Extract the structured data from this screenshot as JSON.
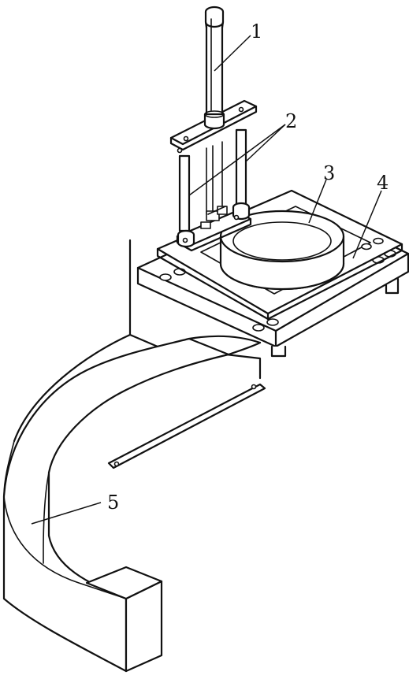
{
  "diagram": {
    "callouts": [
      {
        "id": "1"
      },
      {
        "id": "2"
      },
      {
        "id": "3"
      },
      {
        "id": "4"
      },
      {
        "id": "5"
      }
    ]
  }
}
